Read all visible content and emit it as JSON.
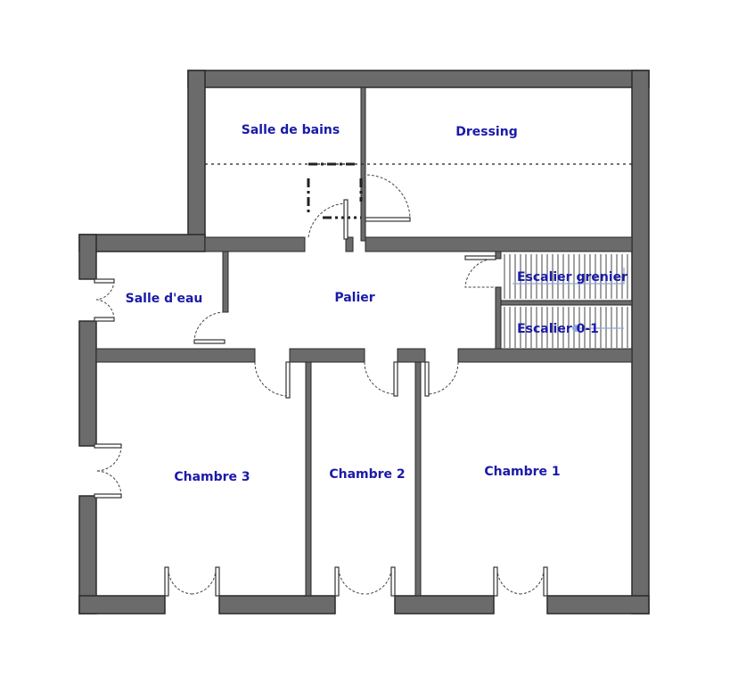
{
  "diagram": {
    "type": "floor-plan",
    "rooms": [
      {
        "id": "salle-de-bains",
        "label": "Salle de bains"
      },
      {
        "id": "dressing",
        "label": "Dressing"
      },
      {
        "id": "salle-d-eau",
        "label": "Salle d'eau"
      },
      {
        "id": "palier",
        "label": "Palier"
      },
      {
        "id": "escalier-grenier",
        "label": "Escalier grenier"
      },
      {
        "id": "escalier-0-1",
        "label": "Escalier 0-1"
      },
      {
        "id": "chambre-3",
        "label": "Chambre 3"
      },
      {
        "id": "chambre-2",
        "label": "Chambre 2"
      },
      {
        "id": "chambre-1",
        "label": "Chambre 1"
      }
    ],
    "colors": {
      "wall": "#6b6b6b",
      "label": "#1a1aa8",
      "background": "#ffffff"
    }
  }
}
